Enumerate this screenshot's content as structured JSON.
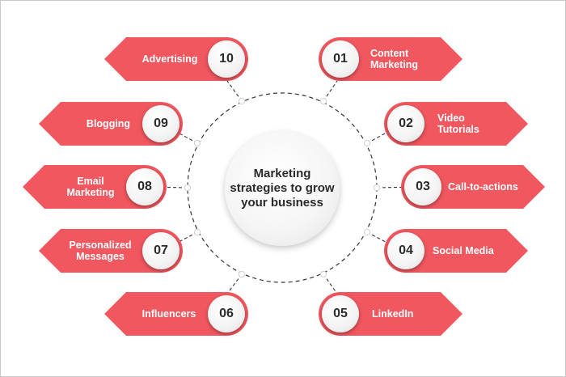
{
  "center": {
    "text": "Marketing\nstrategies to grow\nyour business"
  },
  "strategies": [
    {
      "number": "01",
      "label": "Content\nMarketing"
    },
    {
      "number": "02",
      "label": "Video\nTutorials"
    },
    {
      "number": "03",
      "label": "Call-to-actions"
    },
    {
      "number": "04",
      "label": "Social Media"
    },
    {
      "number": "05",
      "label": "LinkedIn"
    },
    {
      "number": "06",
      "label": "Influencers"
    },
    {
      "number": "07",
      "label": "Personalized\nMessages"
    },
    {
      "number": "08",
      "label": "Email\nMarketing"
    },
    {
      "number": "09",
      "label": "Blogging"
    },
    {
      "number": "10",
      "label": "Advertising"
    }
  ],
  "colors": {
    "tag": "#f0575f",
    "line": "#333333"
  }
}
